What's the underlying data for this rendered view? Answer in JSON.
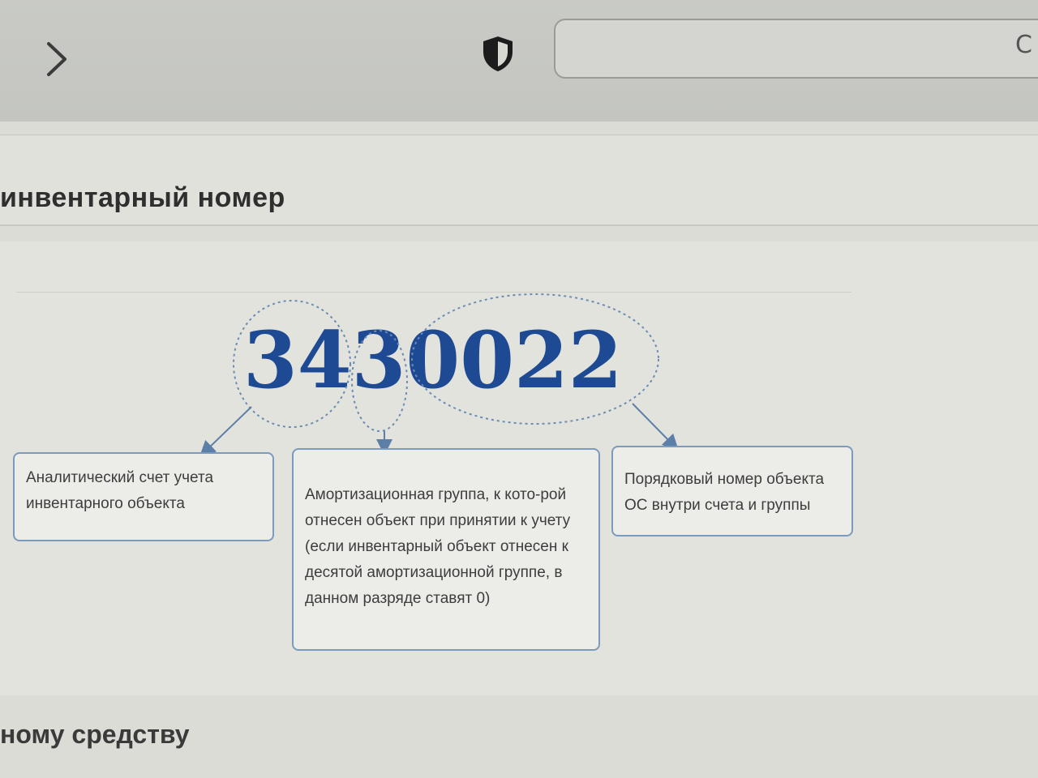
{
  "browser": {
    "forward_icon": "chevron-right-icon",
    "shield_icon": "shield-icon",
    "url_value": "",
    "reload_glyph": "C"
  },
  "page": {
    "title": "инвентарный номер",
    "footer_heading": "ному средству"
  },
  "diagram": {
    "number": "3430022",
    "number_color": "#1e4a94",
    "groups": [
      {
        "digits": "34",
        "label": "Аналитический счет учета инвентарного объекта"
      },
      {
        "digits": "3",
        "label": "Амортизационная группа, к кото-рой отнесен объект при принятии к учету (если инвентарный объект отнесен к десятой амортизационной группе, в данном разряде ставят 0)"
      },
      {
        "digits": "0022",
        "label": "Порядковый номер объекта ОС внутри счета и группы"
      }
    ],
    "box_border_color": "#7a9bbd"
  }
}
